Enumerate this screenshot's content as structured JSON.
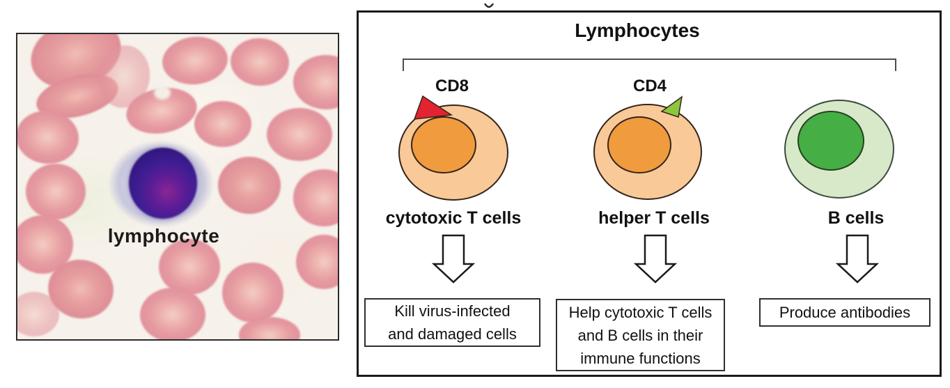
{
  "micrograph": {
    "label": "lymphocyte",
    "colors": {
      "red_blood_cell": "#e79aa0",
      "rbc_pale_center": "#f3ccc5",
      "background": "#f6f1ea",
      "lymphocyte_nucleus": "#3a1b8e",
      "lymphocyte_magenta": "#8a2695",
      "lymphocyte_halo": "#cdccdf"
    }
  },
  "diagram": {
    "title": "Lymphocytes",
    "border_color": "#1a1a1a",
    "bracket_color": "#4d4d4d",
    "cells": [
      {
        "name": "cytotoxic T cells",
        "marker": "CD8",
        "marker_color": "#e32330",
        "body_color": "#f9c998",
        "nucleus_color": "#f09b3e",
        "function_lines": [
          "Kill virus-infected",
          "and damaged cells"
        ]
      },
      {
        "name": "helper T cells",
        "marker": "CD4",
        "marker_color": "#8dc63f",
        "body_color": "#f9c998",
        "nucleus_color": "#f09b3e",
        "function_lines": [
          "Help cytotoxic T cells",
          "and B cells in their",
          "immune functions"
        ]
      },
      {
        "name": "B cells",
        "body_color": "#d7e9c9",
        "nucleus_color": "#45ae45",
        "function_lines": [
          "Produce antibodies"
        ]
      }
    ]
  }
}
